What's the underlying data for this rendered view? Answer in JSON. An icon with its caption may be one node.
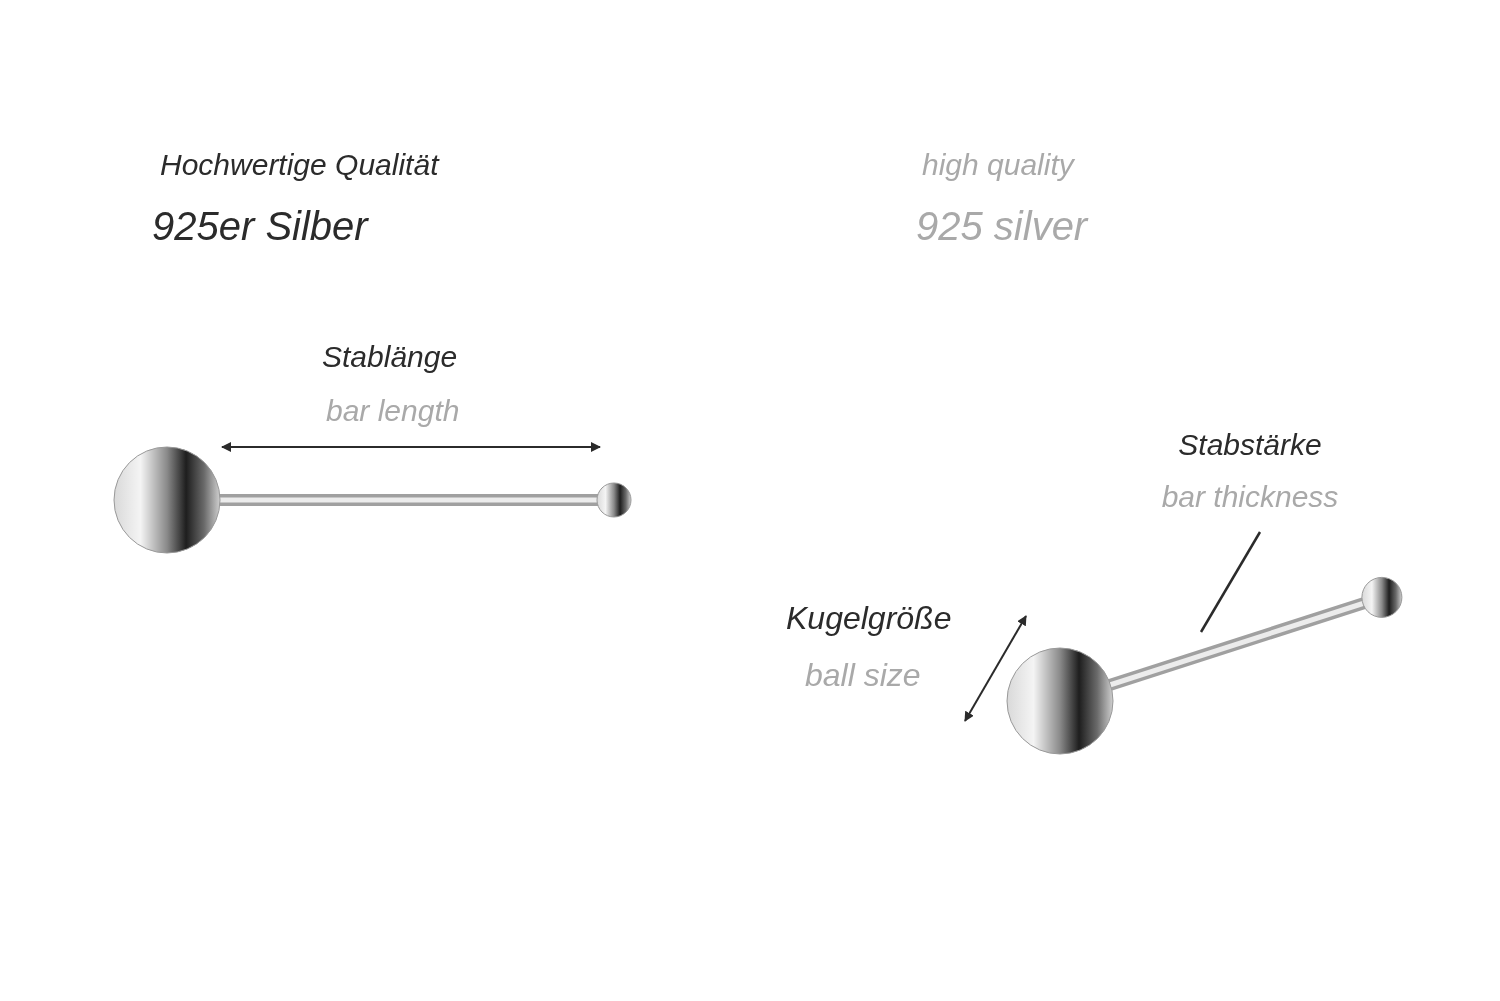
{
  "diagram": {
    "nodes": [
      {
        "text": [
          "Stabstärke",
          "bar thickness"
        ]
      },
      {
        "text": [],
        "shape": "picture"
      }
    ],
    "edges": [
      {
        "from": 0,
        "to": 1,
        "arrow": "none"
      }
    ],
    "labels": [
      "Hochwertige Qualität",
      "925er Silber",
      "high quality",
      "925 silver",
      "Stablänge",
      "bar length",
      "Kugelgröße",
      "ball size"
    ]
  }
}
